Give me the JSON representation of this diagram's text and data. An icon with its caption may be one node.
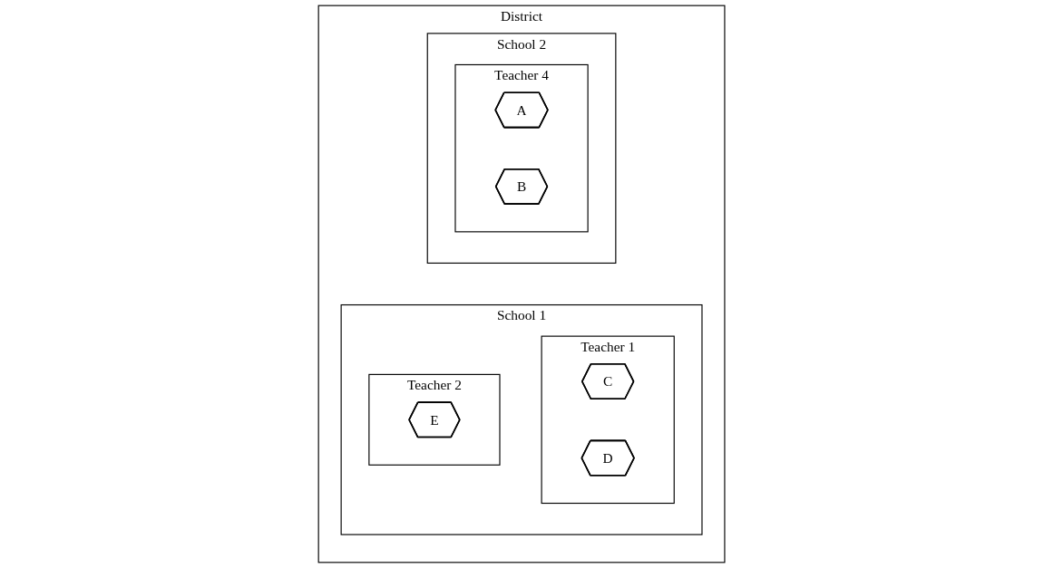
{
  "diagram": {
    "nodes": [
      {
        "text": [
          "District"
        ]
      },
      {
        "text": [
          "School 1"
        ],
        "in": 0
      },
      {
        "text": [
          "Teacher 1"
        ],
        "in": 1
      },
      {
        "text": [
          "C"
        ],
        "in": 2
      },
      {
        "text": [
          "D"
        ],
        "in": 2
      },
      {
        "text": [
          "Teacher 2"
        ],
        "in": 1
      },
      {
        "text": [
          "E"
        ],
        "in": 5
      },
      {
        "text": [
          "School 2"
        ],
        "in": 0
      },
      {
        "text": [
          "Teacher 4"
        ],
        "in": 7
      },
      {
        "text": [
          "A"
        ],
        "in": 8
      },
      {
        "text": [
          "B"
        ],
        "in": 8
      }
    ]
  }
}
